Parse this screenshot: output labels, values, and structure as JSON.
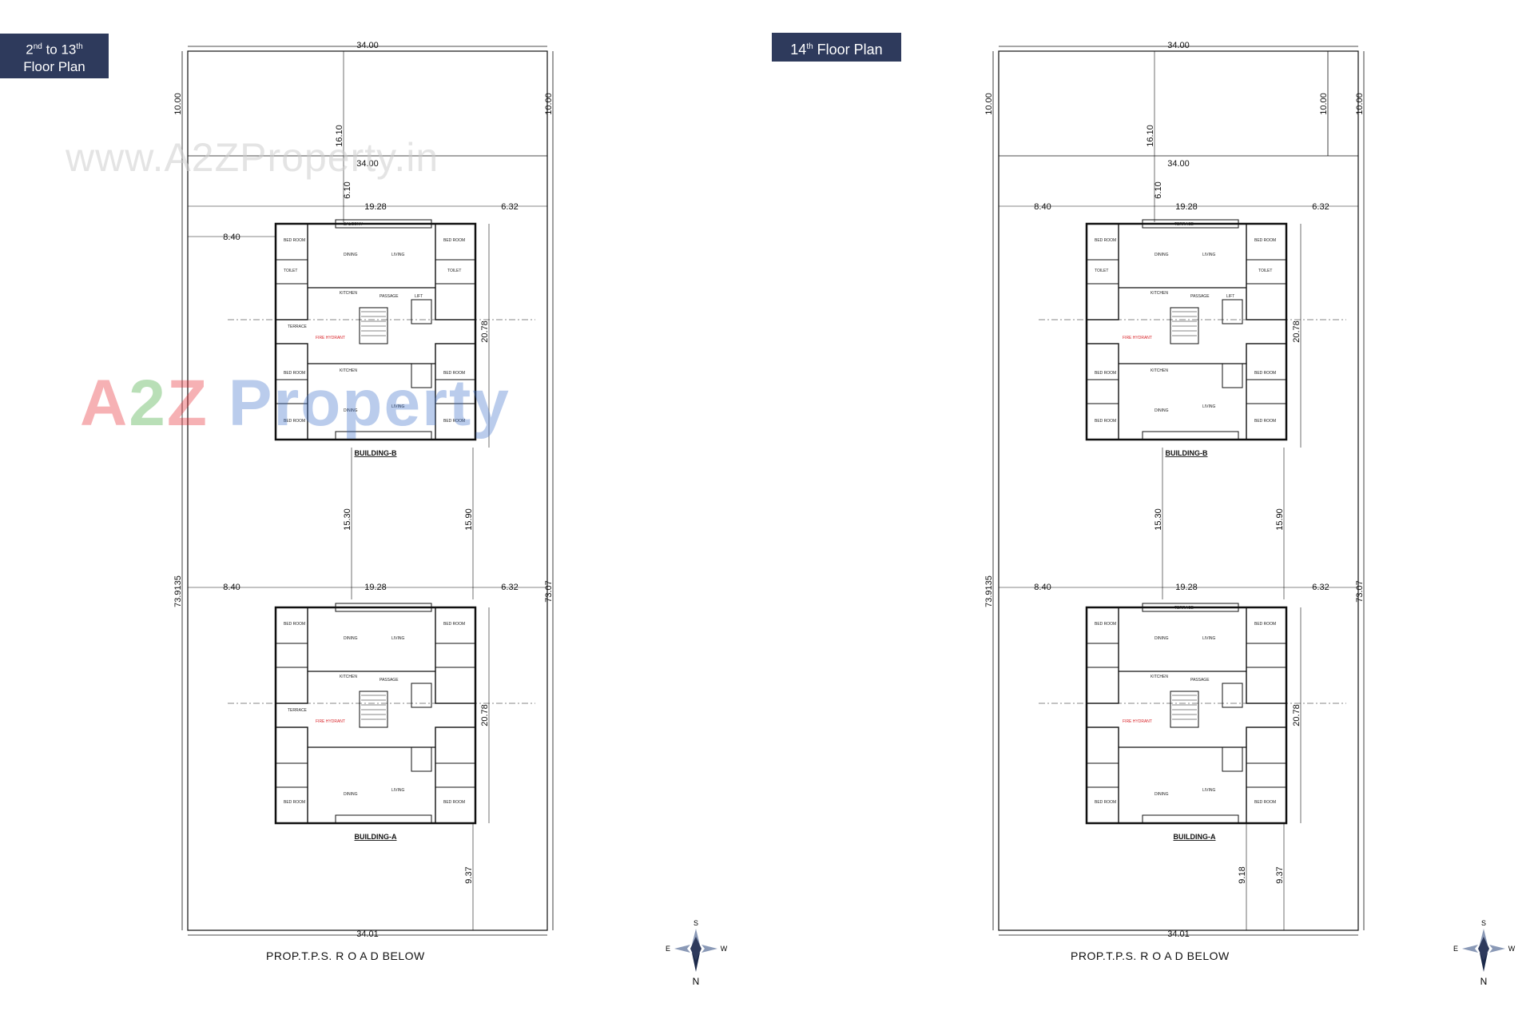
{
  "left_plan": {
    "title_line1": "2nd to 13th",
    "title_prefix": "2",
    "title_sup1": "nd",
    "title_mid": " to 13",
    "title_sup2": "th",
    "title_line2": "Floor Plan",
    "dims": {
      "top": "34.00",
      "bottom": "34.01",
      "left_setback": "10.00",
      "right_setback": "10.00",
      "inner_width": "34.00",
      "top_dist": "16.10",
      "short_dist": "6.10",
      "left_gap": "8.40",
      "building_width": "19.28",
      "right_gap": "6.32",
      "depth": "20.78",
      "between_a": "15.30",
      "between_b": "15.90",
      "total_left": "73.9135",
      "total_right": "73.07",
      "bottom_gap": "9.37"
    },
    "building_b": "BUILDING-B",
    "building_a": "BUILDING-A",
    "road": "PROP.T.P.S.  R O A D   BELOW"
  },
  "right_plan": {
    "title_prefix": "14",
    "title_sup": "th",
    "title_rest": " Floor Plan",
    "dims": {
      "top": "34.00",
      "bottom": "34.01",
      "left_setback": "10.00",
      "right_setback": "10.00",
      "right_setback2": "10.00",
      "inner_width": "34.00",
      "top_dist": "16.10",
      "short_dist": "6.10",
      "left_gap": "8.40",
      "building_width": "19.28",
      "right_gap": "6.32",
      "depth": "20.78",
      "between_a": "15.30",
      "between_b": "15.90",
      "total_left": "73.9135",
      "total_right": "73.07",
      "bottom_gap_a": "9.18",
      "bottom_gap_b": "9.37"
    },
    "building_b": "BUILDING-B",
    "building_a": "BUILDING-A",
    "road": "PROP.T.P.S.  R O A D   BELOW"
  },
  "compass": {
    "s": "S",
    "e": "E",
    "w": "W",
    "n": "N"
  },
  "rooms": {
    "bed": "BED ROOM",
    "toilet": "TOILET",
    "living": "LIVING",
    "dining": "DINING",
    "kitchen": "KITCHEN",
    "passage": "PASSAGE",
    "lift": "LIFT",
    "balcony": "BALCONY",
    "terrace": "TERRACE",
    "fire": "FIRE HYDRANT"
  },
  "watermark": {
    "url": "www.A2ZProperty.in",
    "brand_a": "A",
    "brand_2": "2",
    "brand_z": "Z",
    "brand_rest": " Property"
  },
  "colors": {
    "tag_bg": "#2e3a5c",
    "line": "#111111",
    "fire": "#d9262b"
  }
}
